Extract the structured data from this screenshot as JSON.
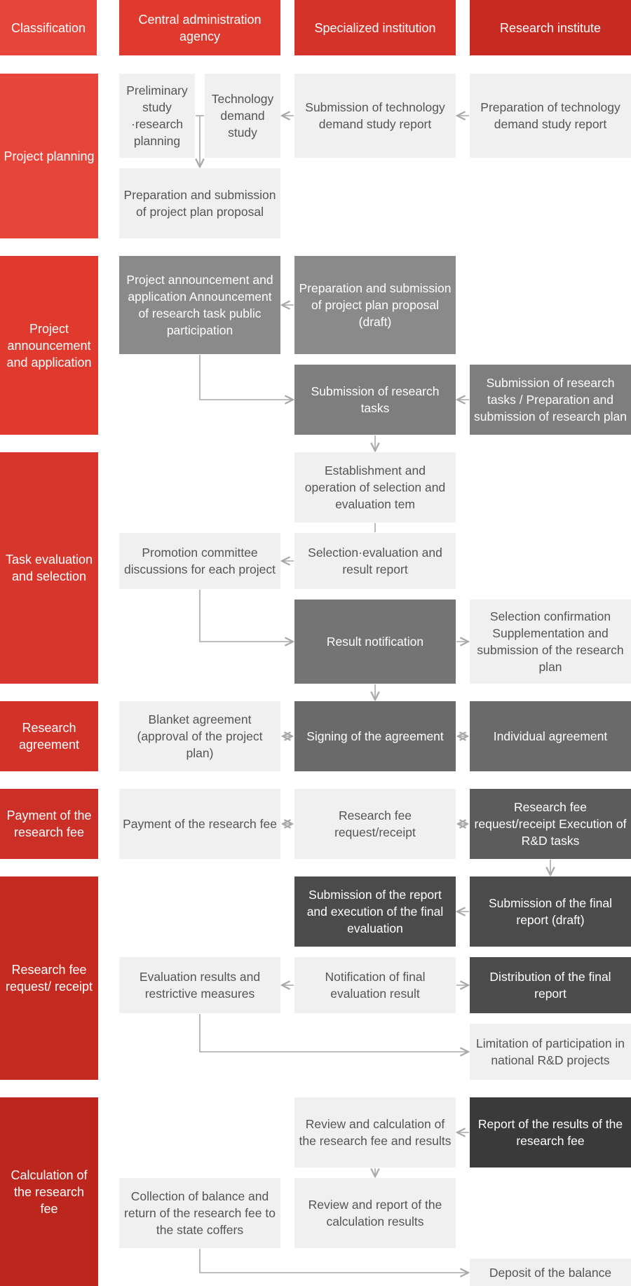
{
  "colors": {
    "header_classification": "#e8453a",
    "header_admin": "#e0392e",
    "header_specialized": "#d5332a",
    "header_research": "#c62a20",
    "light_box": "#f0f0f0",
    "light_text": "#555555",
    "arrow": "#a8a8a8",
    "gray_1": "#8a8a8a",
    "gray_2": "#7e7e7e",
    "gray_3": "#747474",
    "gray_4": "#6a6a6a",
    "gray_5": "#5c5c5c",
    "gray_6": "#4b4b4b",
    "gray_7": "#3a3a3a"
  },
  "headers": {
    "classification": "Classification",
    "admin": "Central administration agency",
    "specialized": "Specialized institution",
    "research": "Research institute"
  },
  "stages": {
    "planning": "Project planning",
    "announcement": "Project announcement and application",
    "evaluation": "Task evaluation and selection",
    "agreement": "Research agreement",
    "payment": "Payment of the research fee",
    "request": "Research fee request/ receipt",
    "calculation": "Calculation of the research fee"
  },
  "boxes": {
    "preliminary_study": "Preliminary study ·research planning",
    "tech_demand_study": "Technology demand study",
    "submission_tech_report": "Submission of technology demand study report",
    "preparation_tech_report": "Preparation of technology demand study report",
    "prep_submission_plan": "Preparation and submission of project plan proposal",
    "project_announcement": "Project announcement and application Announcement of research task public participation",
    "prep_plan_draft": "Preparation and submission of project plan proposal (draft)",
    "submission_tasks": "Submission of research tasks",
    "submission_research_plan": "Submission of research tasks / Preparation and submission of research plan",
    "establishment_team": "Establishment and operation of selection and evaluation tem",
    "promotion_committee": "Promotion committee discussions for each project",
    "selection_report": "Selection·evaluation and result report",
    "result_notification": "Result notification",
    "selection_confirmation": "Selection confirmation Supplementation and submission of the research plan",
    "blanket_agreement": "Blanket agreement (approval of the project plan)",
    "signing_agreement": "Signing of the agreement",
    "individual_agreement": "Individual agreement",
    "payment_fee": "Payment of the research fee",
    "fee_request_receipt": "Research fee request/receipt",
    "fee_request_execution": "Research fee request/receipt Execution of R&D tasks",
    "submission_report_eval": "Submission of the report and execution of the final evaluation",
    "submission_final_draft": "Submission of the final report (draft)",
    "evaluation_results": "Evaluation results and restrictive measures",
    "notification_final": "Notification of final evaluation result",
    "distribution_final": "Distribution of the final report",
    "limitation_participation": "Limitation of participation in national R&D projects",
    "review_calculation": "Review and calculation of the research fee and results",
    "report_results_fee": "Report of the results of the research fee",
    "collection_balance": "Collection of balance and return of the research fee to the state coffers",
    "review_report_calc": "Review and report of the calculation results",
    "deposit_balance": "Deposit of the balance"
  }
}
